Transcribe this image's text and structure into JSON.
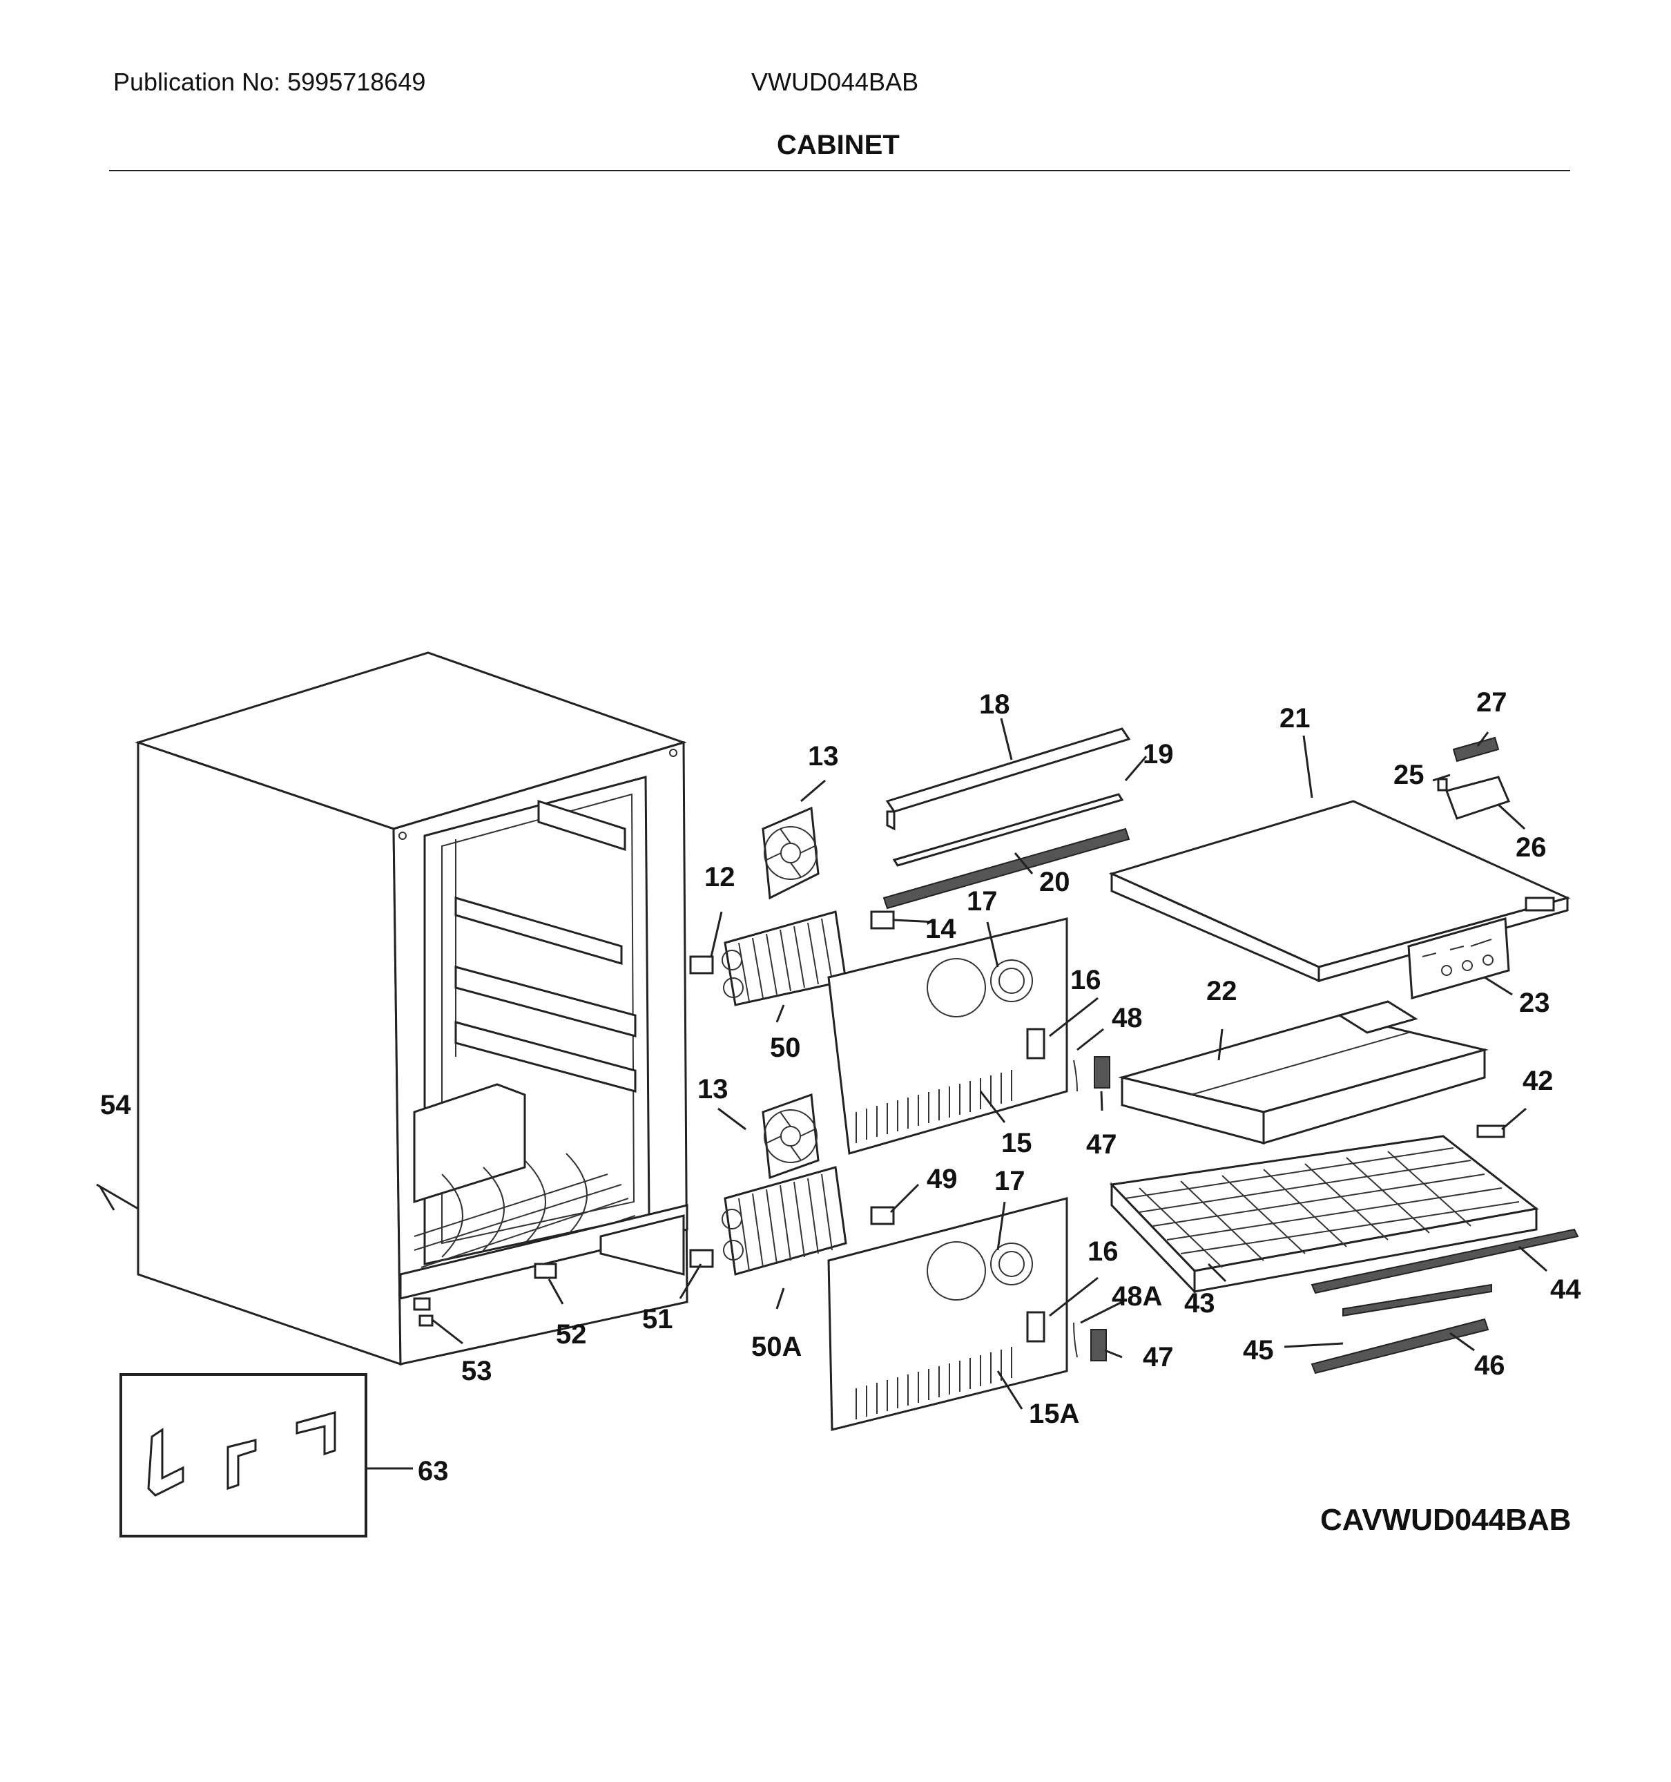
{
  "header": {
    "publication": "Publication No: 5995718649",
    "model": "VWUD044BAB",
    "title": "CABINET"
  },
  "footer": {
    "diagram_code": "CAVWUD044BAB"
  },
  "callouts": {
    "c12": "12",
    "c13a": "13",
    "c13b": "13",
    "c14": "14",
    "c15": "15",
    "c15a": "15A",
    "c16a": "16",
    "c16b": "16",
    "c17a": "17",
    "c17b": "17",
    "c18": "18",
    "c19": "19",
    "c20": "20",
    "c21": "21",
    "c22": "22",
    "c23": "23",
    "c25": "25",
    "c26": "26",
    "c27": "27",
    "c42": "42",
    "c43": "43",
    "c44": "44",
    "c45": "45",
    "c46": "46",
    "c47a": "47",
    "c47b": "47",
    "c48": "48",
    "c48a": "48A",
    "c49": "49",
    "c50": "50",
    "c50a": "50A",
    "c51": "51",
    "c52": "52",
    "c53": "53",
    "c54": "54",
    "c63": "63"
  }
}
